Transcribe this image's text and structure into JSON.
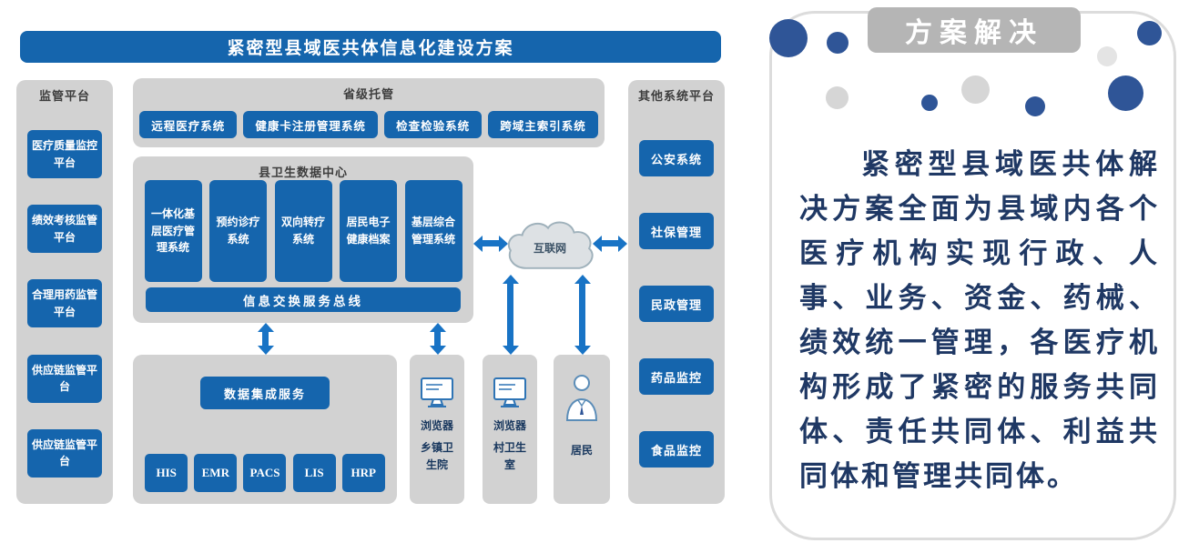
{
  "colors": {
    "primary_blue": "#1565ad",
    "arrow_blue": "#1873c5",
    "panel_gray": "#d2d2d2",
    "badge_gray": "#b5b5b5",
    "accent_circle_blue": "#2f5597",
    "paragraph_navy": "#1f3864"
  },
  "diagram": {
    "title": "紧密型县域医共体信息化建设方案",
    "supervision": {
      "label": "监管平台",
      "items": [
        "医疗质量监控平台",
        "绩效考核监管平台",
        "合理用药监管平台",
        "供应链监管平台",
        "供应链监管平台"
      ]
    },
    "provincial": {
      "label": "省级托管",
      "items": [
        "远程医疗系统",
        "健康卡注册管理系统",
        "检查检验系统",
        "跨域主索引系统"
      ]
    },
    "county_center": {
      "label": "县卫生数据中心",
      "items": [
        "一体化基层医疗管理系统",
        "预约诊疗系统",
        "双向转疗系统",
        "居民电子健康档案",
        "基层综合管理系统"
      ],
      "bus": "信息交换服务总线"
    },
    "integration": {
      "service": "数据集成服务",
      "systems": [
        "HIS",
        "EMR",
        "PACS",
        "LIS",
        "HRP"
      ]
    },
    "internet": "互联网",
    "terminals": [
      {
        "label": "浏览器",
        "sublabel": "乡镇卫生院"
      },
      {
        "label": "浏览器",
        "sublabel": "村卫生室"
      },
      {
        "label": "居民"
      }
    ],
    "other_systems": {
      "label": "其他系统平台",
      "items": [
        "公安系统",
        "社保管理",
        "民政管理",
        "药品监控",
        "食品监控"
      ]
    }
  },
  "solution": {
    "badge": "方案解决",
    "paragraph": "紧密型县域医共体解决方案全面为县域内各个医疗机构实现行政、人事、业务、资金、药械、绩效统一管理，各医疗机构形成了紧密的服务共同体、责任共同体、利益共同体和管理共同体。"
  }
}
